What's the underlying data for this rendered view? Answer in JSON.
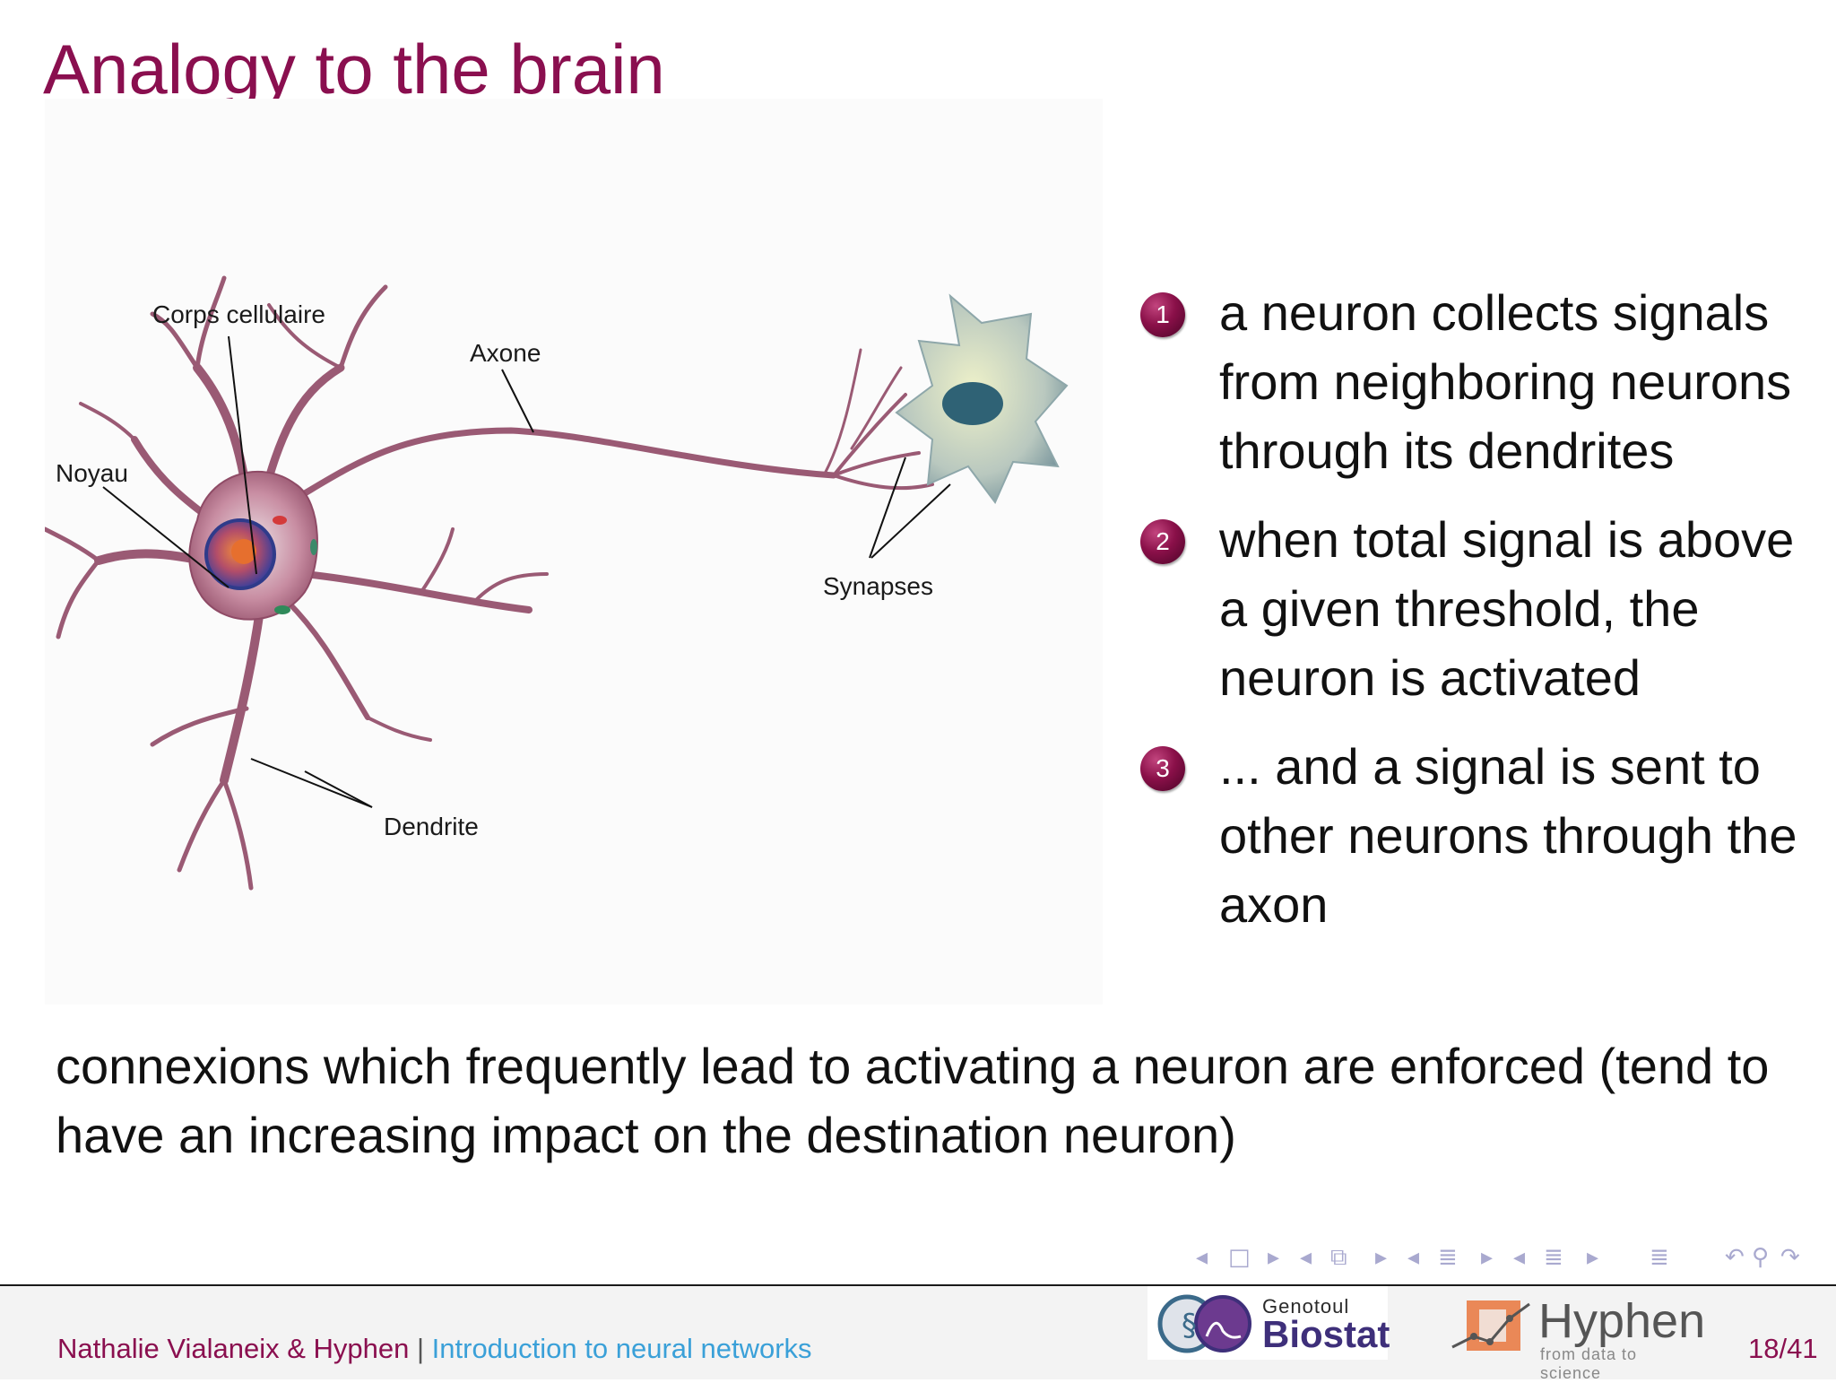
{
  "slide": {
    "title": "Analogy to the brain",
    "figure_labels": {
      "corps": "Corps cellulaire",
      "axone": "Axone",
      "noyau": "Noyau",
      "synapses": "Synapses",
      "dendrite": "Dendrite"
    },
    "items": [
      {
        "number": "1",
        "text": "a neuron collects signals from neighboring neurons through its dendrites"
      },
      {
        "number": "2",
        "text": "when total signal is above a given threshold, the neuron is activated"
      },
      {
        "number": "3",
        "text": "... and a signal is sent to other neurons through the axon"
      }
    ],
    "bottom_text": "connexions which frequently lead to activating a neuron are enforced (tend to have an increasing impact on the destination neuron)"
  },
  "navigation": {
    "icons": [
      "nav-prev-icon",
      "slide-icon",
      "nav-next-icon",
      "nav-prev-icon",
      "frame-icon",
      "nav-next-icon",
      "nav-prev-icon",
      "subsection-icon",
      "nav-next-icon",
      "nav-prev-icon",
      "section-icon",
      "nav-next-icon",
      "toc-icon",
      "undo-icon",
      "search-icon",
      "redo-icon"
    ]
  },
  "footer": {
    "author": "Nathalie Vialaneix & Hyphen",
    "separator": "|",
    "talk_title": "Introduction to neural networks",
    "page": "18/41",
    "logo_genotoul_top": "Genotoul",
    "logo_genotoul_main": "Biostat",
    "logo_hyphen_main": "Hyphen",
    "logo_hyphen_sub": "from data to science"
  },
  "colors": {
    "title": "#8a0f4f",
    "talk_title": "#3aa0d8",
    "nav": "#a9a9cf"
  }
}
